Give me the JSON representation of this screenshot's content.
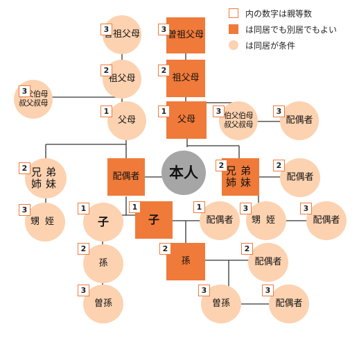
{
  "colors": {
    "square_fill": "#f07a3a",
    "circle_fill": "#fcd2b0",
    "self_fill": "#a6a6a6",
    "line": "#333333",
    "badge_border": "#f07a3a"
  },
  "legend": {
    "degree_note": "内の数字は親等数",
    "square_note": "は同居でも別居でもよい",
    "circle_note": "は同居が条件"
  },
  "nodes": {
    "great_grandparents_a": {
      "label": "曽祖父母",
      "degree": "3"
    },
    "great_grandparents_b": {
      "label": "曽祖父母",
      "degree": "3"
    },
    "grandparents_a": {
      "label": "祖父母",
      "degree": "2"
    },
    "grandparents_b": {
      "label": "祖父母",
      "degree": "2"
    },
    "great_uncle_aunt": {
      "label_line1": "伯父伯母",
      "label_line2": "叔父叔母",
      "degree": "3"
    },
    "parents_a": {
      "label": "父母",
      "degree": "1"
    },
    "parents_b": {
      "label": "父母",
      "degree": "1"
    },
    "uncle_aunt": {
      "label_line1": "伯父伯母",
      "label_line2": "叔父叔母",
      "degree": "3"
    },
    "uncle_aunt_spouse": {
      "label": "配偶者",
      "degree": "3"
    },
    "siblings_a": {
      "label_line1": "兄弟",
      "label_line2": "姉妹",
      "degree": "2"
    },
    "nephew_niece_a": {
      "label": "甥姪",
      "degree": "3"
    },
    "spouse": {
      "label": "配偶者"
    },
    "self": {
      "label": "本人"
    },
    "siblings_b": {
      "label_line1": "兄弟",
      "label_line2": "姉妹",
      "degree": "2"
    },
    "sibling_spouse": {
      "label": "配偶者",
      "degree": "2"
    },
    "nephew_niece_b": {
      "label": "甥姪",
      "degree": "3"
    },
    "nephew_niece_spouse": {
      "label": "配偶者",
      "degree": "3"
    },
    "child_a": {
      "label": "子",
      "degree": "1"
    },
    "child_b": {
      "label": "子",
      "degree": "1"
    },
    "child_spouse": {
      "label": "配偶者",
      "degree": "1"
    },
    "grandchild_a": {
      "label": "孫",
      "degree": "2"
    },
    "grandchild_b": {
      "label": "孫",
      "degree": "2"
    },
    "grandchild_spouse": {
      "label": "配偶者",
      "degree": "2"
    },
    "great_grandchild_a": {
      "label": "曽孫",
      "degree": "3"
    },
    "great_grandchild_b": {
      "label": "曽孫",
      "degree": "3"
    },
    "great_grandchild_spouse": {
      "label": "配偶者",
      "degree": "3"
    }
  }
}
